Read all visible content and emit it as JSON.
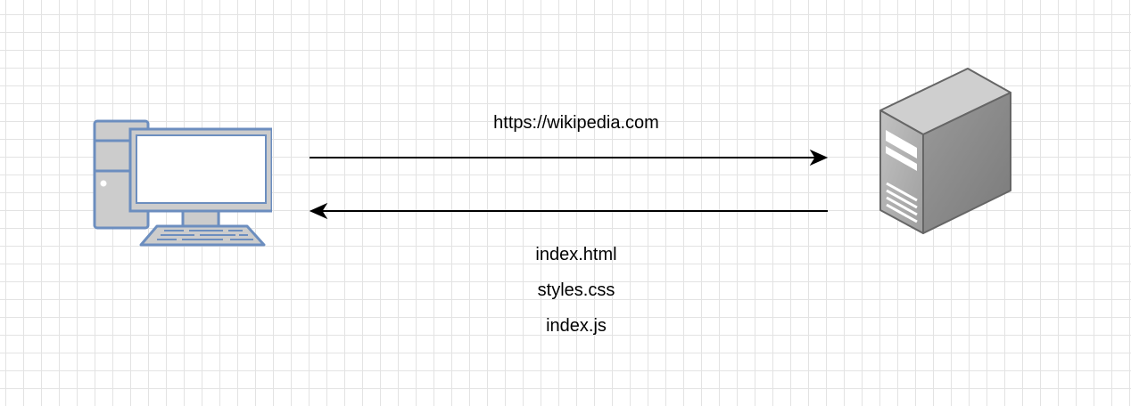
{
  "diagram": {
    "request_label": "https://wikipedia.com",
    "response_files": [
      "index.html",
      "styles.css",
      "index.js"
    ]
  },
  "nodes": {
    "client": {
      "icon": "desktop-computer-icon"
    },
    "server": {
      "icon": "server-tower-icon"
    }
  },
  "colors": {
    "client_stroke": "#6c8ebf",
    "client_fill": "#cccccc",
    "screen_fill": "#ffffff",
    "server_front": "#b3b3b3",
    "server_side": "#8a8a8a",
    "server_top": "#c7c7c7",
    "arrow": "#000000",
    "grid": "#e3e3e3"
  }
}
